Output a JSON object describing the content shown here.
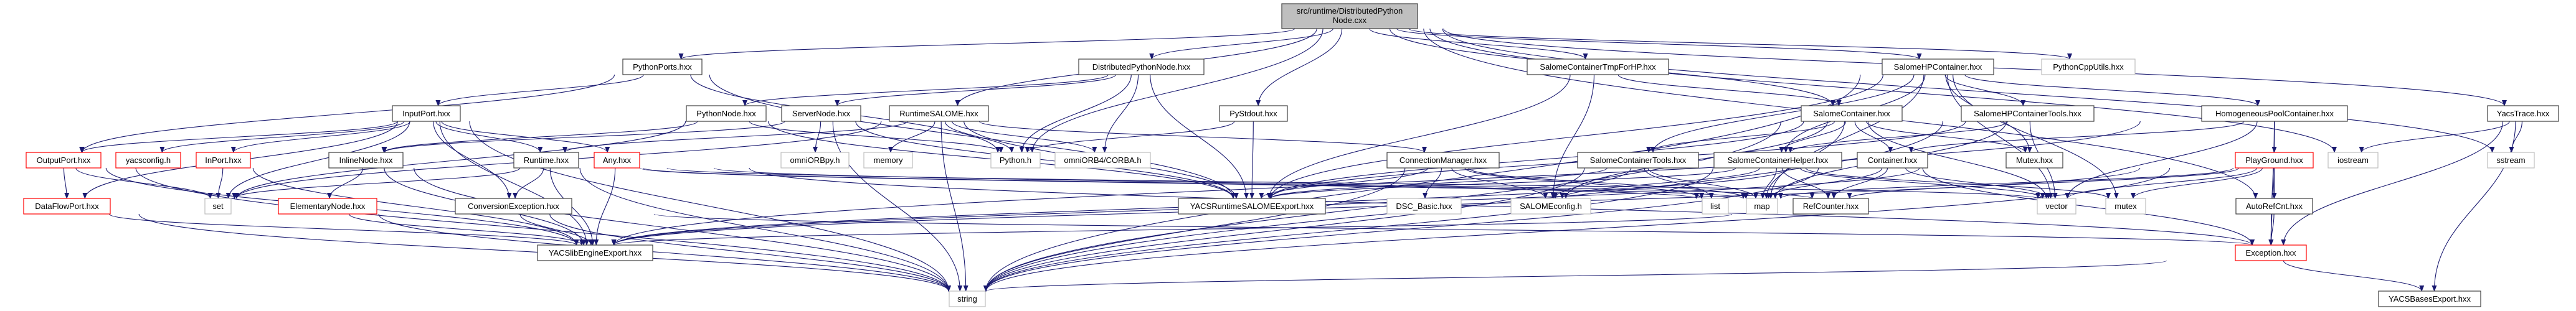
{
  "graph": {
    "type": "include-dependency-graph",
    "colors": {
      "edge": "#191970",
      "root_fill": "#bfbfbf",
      "border_black": "#404040",
      "border_red": "#ff0000",
      "border_gray": "#bfbfbf",
      "node_fill": "#ffffff"
    },
    "root": {
      "id": "main",
      "lines": [
        "src/runtime/DistributedPython",
        "Node.cxx"
      ]
    },
    "nodes": [
      {
        "id": "PythonPorts",
        "label": "PythonPorts.hxx",
        "border": "black"
      },
      {
        "id": "DistributedPythonNode",
        "label": "DistributedPythonNode.hxx",
        "border": "black"
      },
      {
        "id": "SalomeContainerTmpForHP",
        "label": "SalomeContainerTmpForHP.hxx",
        "border": "black"
      },
      {
        "id": "SalomeHPContainer",
        "label": "SalomeHPContainer.hxx",
        "border": "black"
      },
      {
        "id": "PythonCppUtils",
        "label": "PythonCppUtils.hxx",
        "border": "gray"
      },
      {
        "id": "InputPort",
        "label": "InputPort.hxx",
        "border": "black"
      },
      {
        "id": "PythonNode",
        "label": "PythonNode.hxx",
        "border": "black"
      },
      {
        "id": "ServerNode",
        "label": "ServerNode.hxx",
        "border": "black"
      },
      {
        "id": "RuntimeSALOME",
        "label": "RuntimeSALOME.hxx",
        "border": "black"
      },
      {
        "id": "PyStdout",
        "label": "PyStdout.hxx",
        "border": "black"
      },
      {
        "id": "SalomeContainer",
        "label": "SalomeContainer.hxx",
        "border": "black"
      },
      {
        "id": "SalomeHPContainerTools",
        "label": "SalomeHPContainerTools.hxx",
        "border": "black"
      },
      {
        "id": "HomogeneousPoolContainer",
        "label": "HomogeneousPoolContainer.hxx",
        "border": "black"
      },
      {
        "id": "YacsTrace",
        "label": "YacsTrace.hxx",
        "border": "black"
      },
      {
        "id": "OutputPort",
        "label": "OutputPort.hxx",
        "border": "red"
      },
      {
        "id": "yacsconfig",
        "label": "yacsconfig.h",
        "border": "red"
      },
      {
        "id": "InPort",
        "label": "InPort.hxx",
        "border": "red"
      },
      {
        "id": "InlineNode",
        "label": "InlineNode.hxx",
        "border": "black"
      },
      {
        "id": "Runtime",
        "label": "Runtime.hxx",
        "border": "black"
      },
      {
        "id": "Any",
        "label": "Any.hxx",
        "border": "red"
      },
      {
        "id": "omniORBpy",
        "label": "omniORBpy.h",
        "border": "gray"
      },
      {
        "id": "memory",
        "label": "memory",
        "border": "gray"
      },
      {
        "id": "PythonH",
        "label": "Python.h",
        "border": "gray"
      },
      {
        "id": "CORBA",
        "label": "omniORB4/CORBA.h",
        "border": "gray"
      },
      {
        "id": "ConnectionManager",
        "label": "ConnectionManager.hxx",
        "border": "black"
      },
      {
        "id": "SalomeContainerTools",
        "label": "SalomeContainerTools.hxx",
        "border": "black"
      },
      {
        "id": "SalomeContainerHelper",
        "label": "SalomeContainerHelper.hxx",
        "border": "black"
      },
      {
        "id": "Container",
        "label": "Container.hxx",
        "border": "black"
      },
      {
        "id": "Mutex",
        "label": "Mutex.hxx",
        "border": "black"
      },
      {
        "id": "PlayGround",
        "label": "PlayGround.hxx",
        "border": "red"
      },
      {
        "id": "iostream",
        "label": "iostream",
        "border": "gray"
      },
      {
        "id": "sstream",
        "label": "sstream",
        "border": "gray"
      },
      {
        "id": "DataFlowPort",
        "label": "DataFlowPort.hxx",
        "border": "red"
      },
      {
        "id": "set",
        "label": "set",
        "border": "gray"
      },
      {
        "id": "ElementaryNode",
        "label": "ElementaryNode.hxx",
        "border": "red"
      },
      {
        "id": "ConversionException",
        "label": "ConversionException.hxx",
        "border": "black"
      },
      {
        "id": "YACSRuntimeSALOMEExport",
        "label": "YACSRuntimeSALOMEExport.hxx",
        "border": "black"
      },
      {
        "id": "DSC_Basic",
        "label": "DSC_Basic.hxx",
        "border": "gray"
      },
      {
        "id": "SALOMEconfig",
        "label": "SALOMEconfig.h",
        "border": "gray"
      },
      {
        "id": "list",
        "label": "list",
        "border": "gray"
      },
      {
        "id": "map",
        "label": "map",
        "border": "gray"
      },
      {
        "id": "RefCounter",
        "label": "RefCounter.hxx",
        "border": "black"
      },
      {
        "id": "vector",
        "label": "vector",
        "border": "gray"
      },
      {
        "id": "mutex",
        "label": "mutex",
        "border": "gray"
      },
      {
        "id": "AutoRefCnt",
        "label": "AutoRefCnt.hxx",
        "border": "black"
      },
      {
        "id": "YACSlibEngineExport",
        "label": "YACSlibEngineExport.hxx",
        "border": "black"
      },
      {
        "id": "Exception",
        "label": "Exception.hxx",
        "border": "red"
      },
      {
        "id": "string",
        "label": "string",
        "border": "gray"
      },
      {
        "id": "YACSBasesExport",
        "label": "YACSBasesExport.hxx",
        "border": "black"
      }
    ],
    "edges": [
      [
        "main",
        "PythonPorts"
      ],
      [
        "main",
        "DistributedPythonNode"
      ],
      [
        "main",
        "RuntimeSALOME"
      ],
      [
        "main",
        "PyStdout"
      ],
      [
        "main",
        "SalomeContainerTmpForHP"
      ],
      [
        "main",
        "SalomeHPContainer"
      ],
      [
        "main",
        "PythonCppUtils"
      ],
      [
        "main",
        "SalomeContainer"
      ],
      [
        "main",
        "YacsTrace"
      ],
      [
        "main",
        "iostream"
      ],
      [
        "main",
        "sstream"
      ],
      [
        "main",
        "PythonH"
      ],
      [
        "main",
        "AutoRefCnt"
      ],
      [
        "PythonPorts",
        "InputPort"
      ],
      [
        "PythonPorts",
        "PythonH"
      ],
      [
        "PythonPorts",
        "OutputPort"
      ],
      [
        "PythonPorts",
        "YACSRuntimeSALOMEExport"
      ],
      [
        "DistributedPythonNode",
        "PythonNode"
      ],
      [
        "DistributedPythonNode",
        "ServerNode"
      ],
      [
        "DistributedPythonNode",
        "PythonH"
      ],
      [
        "DistributedPythonNode",
        "CORBA"
      ],
      [
        "DistributedPythonNode",
        "YACSRuntimeSALOMEExport"
      ],
      [
        "SalomeContainerTmpForHP",
        "SalomeContainer"
      ],
      [
        "SalomeContainerTmpForHP",
        "YACSRuntimeSALOMEExport"
      ],
      [
        "SalomeContainerTmpForHP",
        "SALOMEconfig"
      ],
      [
        "SalomeHPContainer",
        "HomogeneousPoolContainer"
      ],
      [
        "SalomeHPContainer",
        "SalomeHPContainerTools"
      ],
      [
        "SalomeHPContainer",
        "SalomeContainerHelper"
      ],
      [
        "SalomeHPContainer",
        "SalomeContainerTools"
      ],
      [
        "SalomeHPContainer",
        "Mutex"
      ],
      [
        "SalomeHPContainer",
        "YACSRuntimeSALOMEExport"
      ],
      [
        "SalomeHPContainer",
        "vector"
      ],
      [
        "SalomeHPContainer",
        "map"
      ],
      [
        "SalomeHPContainer",
        "string"
      ],
      [
        "SalomeHPContainer",
        "mutex"
      ],
      [
        "InputPort",
        "OutputPort"
      ],
      [
        "InputPort",
        "yacsconfig"
      ],
      [
        "InputPort",
        "InPort"
      ],
      [
        "InputPort",
        "DataFlowPort"
      ],
      [
        "InputPort",
        "set"
      ],
      [
        "InputPort",
        "Runtime"
      ],
      [
        "InputPort",
        "Any"
      ],
      [
        "InputPort",
        "ConversionException"
      ],
      [
        "InputPort",
        "YACSlibEngineExport"
      ],
      [
        "InputPort",
        "string"
      ],
      [
        "PythonNode",
        "InlineNode"
      ],
      [
        "PythonNode",
        "PythonH"
      ],
      [
        "PythonNode",
        "YACSRuntimeSALOMEExport"
      ],
      [
        "PythonNode",
        "set"
      ],
      [
        "ServerNode",
        "InlineNode"
      ],
      [
        "ServerNode",
        "YACSRuntimeSALOMEExport"
      ],
      [
        "ServerNode",
        "string"
      ],
      [
        "ServerNode",
        "omniORBpy"
      ],
      [
        "RuntimeSALOME",
        "Runtime"
      ],
      [
        "RuntimeSALOME",
        "memory"
      ],
      [
        "RuntimeSALOME",
        "PythonH"
      ],
      [
        "RuntimeSALOME",
        "CORBA"
      ],
      [
        "RuntimeSALOME",
        "string"
      ],
      [
        "RuntimeSALOME",
        "YACSRuntimeSALOMEExport"
      ],
      [
        "RuntimeSALOME",
        "ConnectionManager"
      ],
      [
        "RuntimeSALOME",
        "set"
      ],
      [
        "PyStdout",
        "PythonH"
      ],
      [
        "PyStdout",
        "YACSRuntimeSALOMEExport"
      ],
      [
        "SalomeContainer",
        "SalomeContainerHelper"
      ],
      [
        "SalomeContainer",
        "Container"
      ],
      [
        "SalomeContainer",
        "Mutex"
      ],
      [
        "SalomeContainer",
        "SalomeContainerTools"
      ],
      [
        "SalomeContainer",
        "YACSRuntimeSALOMEExport"
      ],
      [
        "SalomeContainer",
        "SALOMEconfig"
      ],
      [
        "SalomeContainer",
        "vector"
      ],
      [
        "SalomeContainer",
        "map"
      ],
      [
        "SalomeContainer",
        "string"
      ],
      [
        "SalomeHPContainerTools",
        "SalomeContainerHelper"
      ],
      [
        "SalomeHPContainerTools",
        "YACSRuntimeSALOMEExport"
      ],
      [
        "SalomeHPContainerTools",
        "vector"
      ],
      [
        "SalomeHPContainerTools",
        "map"
      ],
      [
        "SalomeHPContainerTools",
        "string"
      ],
      [
        "HomogeneousPoolContainer",
        "PlayGround"
      ],
      [
        "HomogeneousPoolContainer",
        "Container"
      ],
      [
        "HomogeneousPoolContainer",
        "YACSlibEngineExport"
      ],
      [
        "HomogeneousPoolContainer",
        "Exception"
      ],
      [
        "HomogeneousPoolContainer",
        "vector"
      ],
      [
        "YacsTrace",
        "iostream"
      ],
      [
        "YacsTrace",
        "sstream"
      ],
      [
        "YacsTrace",
        "Exception"
      ],
      [
        "YacsTrace",
        "YACSBasesExport"
      ],
      [
        "OutputPort",
        "DataFlowPort"
      ],
      [
        "OutputPort",
        "set"
      ],
      [
        "OutputPort",
        "YACSlibEngineExport"
      ],
      [
        "OutputPort",
        "string"
      ],
      [
        "InPort",
        "set"
      ],
      [
        "InPort",
        "YACSlibEngineExport"
      ],
      [
        "InlineNode",
        "ElementaryNode"
      ],
      [
        "InlineNode",
        "YACSlibEngineExport"
      ],
      [
        "InlineNode",
        "string"
      ],
      [
        "Runtime",
        "ConversionException"
      ],
      [
        "Runtime",
        "YACSlibEngineExport"
      ],
      [
        "Runtime",
        "set"
      ],
      [
        "Runtime",
        "string"
      ],
      [
        "Runtime",
        "list"
      ],
      [
        "Runtime",
        "vector"
      ],
      [
        "Runtime",
        "map"
      ],
      [
        "Any",
        "YACSlibEngineExport"
      ],
      [
        "Any",
        "Exception"
      ],
      [
        "Any",
        "RefCounter"
      ],
      [
        "ConnectionManager",
        "DSC_Basic"
      ],
      [
        "ConnectionManager",
        "SALOMEconfig"
      ],
      [
        "ConnectionManager",
        "YACSRuntimeSALOMEExport"
      ],
      [
        "ConnectionManager",
        "list"
      ],
      [
        "ConnectionManager",
        "map"
      ],
      [
        "ConnectionManager",
        "string"
      ],
      [
        "SalomeContainerTools",
        "SALOMEconfig"
      ],
      [
        "SalomeContainerTools",
        "YACSRuntimeSALOMEExport"
      ],
      [
        "SalomeContainerTools",
        "list"
      ],
      [
        "SalomeContainerTools",
        "map"
      ],
      [
        "SalomeContainerTools",
        "string"
      ],
      [
        "SalomeContainerHelper",
        "SALOMEconfig"
      ],
      [
        "SalomeContainerHelper",
        "YACSRuntimeSALOMEExport"
      ],
      [
        "SalomeContainerHelper",
        "map"
      ],
      [
        "SalomeContainerHelper",
        "RefCounter"
      ],
      [
        "SalomeContainerHelper",
        "vector"
      ],
      [
        "SalomeContainerHelper",
        "mutex"
      ],
      [
        "SalomeContainerHelper",
        "string"
      ],
      [
        "Container",
        "RefCounter"
      ],
      [
        "Container",
        "map"
      ],
      [
        "Container",
        "vector"
      ],
      [
        "Container",
        "string"
      ],
      [
        "Container",
        "YACSlibEngineExport"
      ],
      [
        "Container",
        "Exception"
      ],
      [
        "Mutex",
        "YACSlibEngineExport"
      ],
      [
        "PlayGround",
        "RefCounter"
      ],
      [
        "PlayGround",
        "AutoRefCnt"
      ],
      [
        "PlayGround",
        "YACSlibEngineExport"
      ],
      [
        "PlayGround",
        "map"
      ],
      [
        "PlayGround",
        "vector"
      ],
      [
        "PlayGround",
        "mutex"
      ],
      [
        "PlayGround",
        "string"
      ],
      [
        "PlayGround",
        "Exception"
      ],
      [
        "DataFlowPort",
        "YACSlibEngineExport"
      ],
      [
        "DataFlowPort",
        "string"
      ],
      [
        "ElementaryNode",
        "YACSlibEngineExport"
      ],
      [
        "ElementaryNode",
        "string"
      ],
      [
        "ConversionException",
        "YACSlibEngineExport"
      ],
      [
        "ConversionException",
        "Exception"
      ],
      [
        "ConversionException",
        "string"
      ],
      [
        "RefCounter",
        "YACSlibEngineExport"
      ],
      [
        "AutoRefCnt",
        "Exception"
      ],
      [
        "Exception",
        "YACSBasesExport"
      ],
      [
        "Exception",
        "string"
      ]
    ]
  }
}
